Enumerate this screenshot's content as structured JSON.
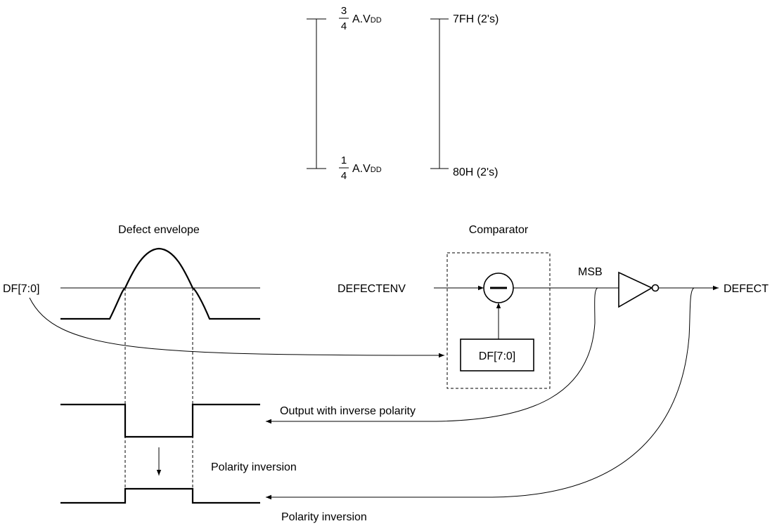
{
  "scale": {
    "upper_numerator": "3",
    "lower_numerator": "1",
    "denominator": "4",
    "voltage_label": "A.V",
    "voltage_subscript": "DD",
    "upper_code": "7FH (2's)",
    "lower_code": "80H (2's)"
  },
  "envelope": {
    "title": "Defect envelope",
    "input_label": "DF[7:0]"
  },
  "comparator": {
    "title": "Comparator",
    "input_label": "DEFECTENV",
    "register_label": "DF[7:0]",
    "minus_symbol": "−"
  },
  "output": {
    "msb_label": "MSB",
    "defect_label": "DEFECT"
  },
  "waveforms": {
    "inverse_label": "Output with inverse polarity",
    "inversion_mid_label": "Polarity inversion",
    "inversion_bottom_label": "Polarity inversion"
  }
}
